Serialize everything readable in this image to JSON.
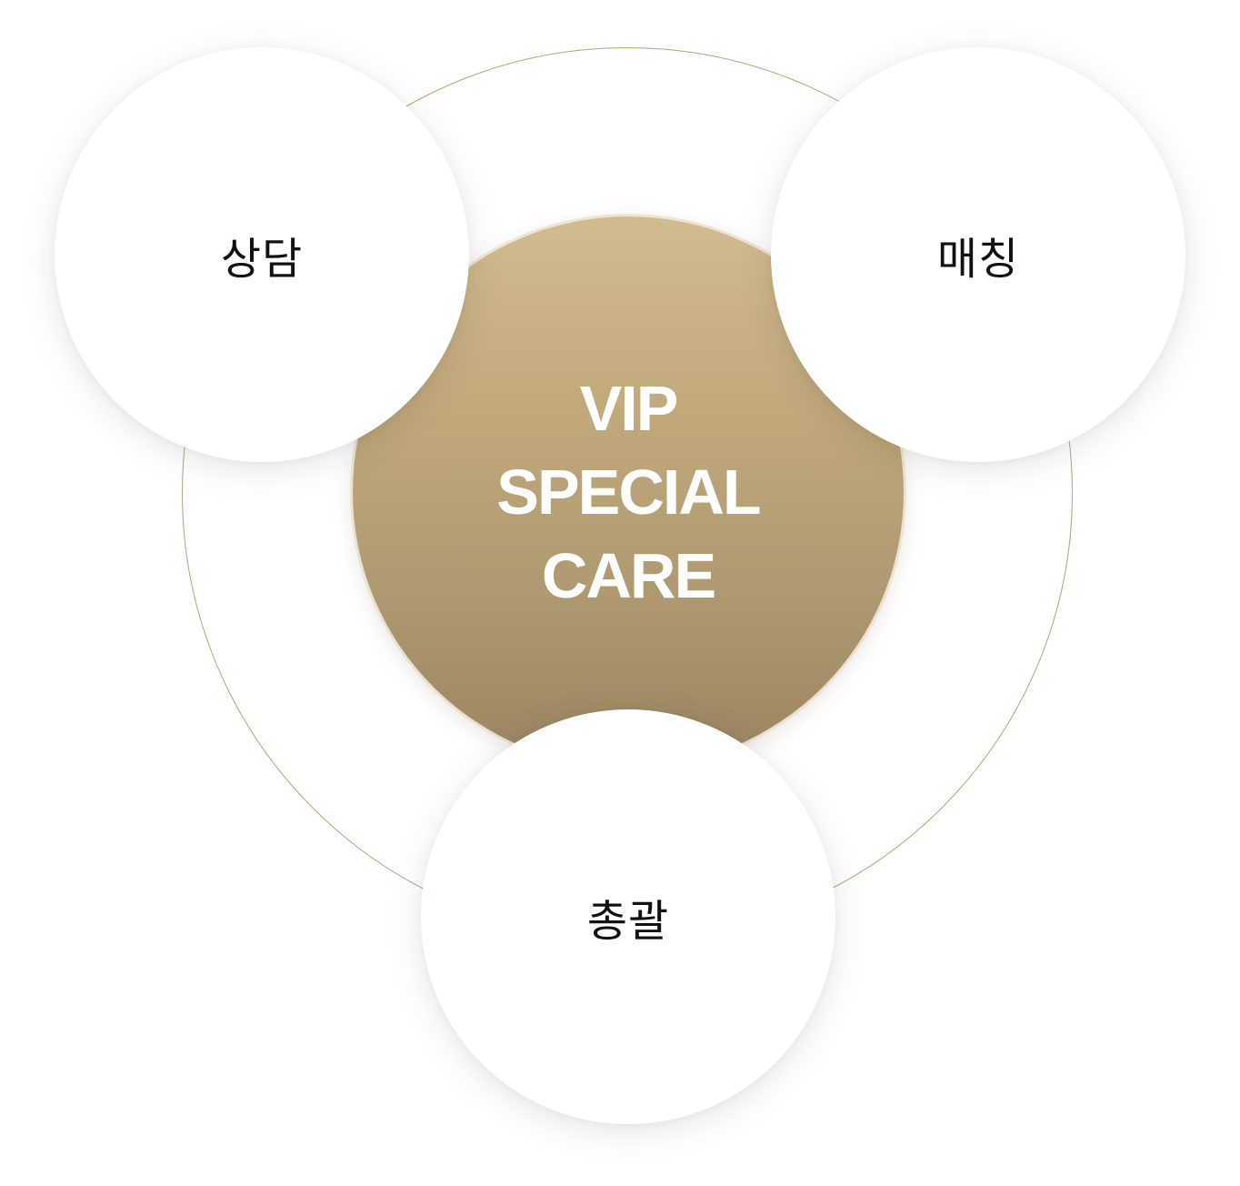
{
  "center": {
    "lines": [
      "VIP",
      "SPECIAL",
      "CARE"
    ]
  },
  "satellites": [
    {
      "label": "상담"
    },
    {
      "label": "매칭"
    },
    {
      "label": "총괄"
    }
  ],
  "colors": {
    "ring": "#b9a079",
    "center_top": "#d2bb90",
    "center_bottom": "#9a8560",
    "center_text": "#ffffff",
    "satellite_bg": "#ffffff",
    "satellite_text": "#111111"
  }
}
